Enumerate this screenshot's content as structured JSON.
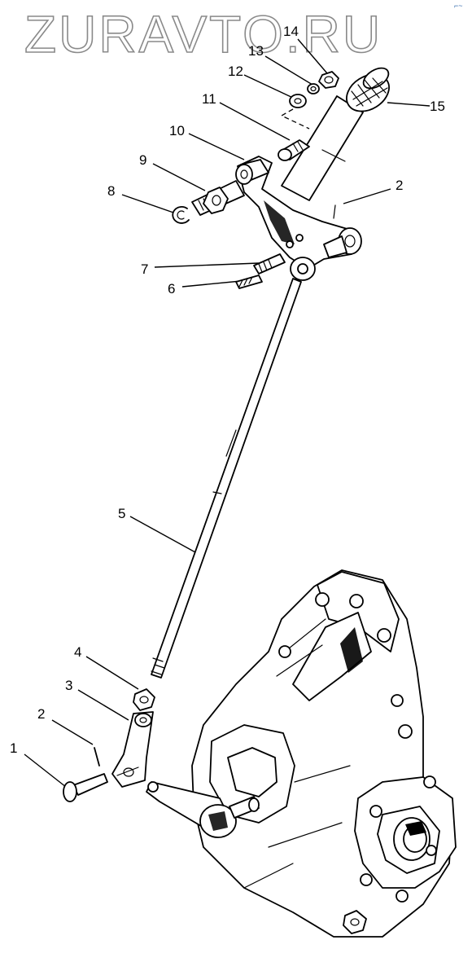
{
  "watermark": "ZURAVTO.RU",
  "corner_mark": "⌐~",
  "callouts": [
    {
      "id": "c1",
      "text": "1"
    },
    {
      "id": "c2a",
      "text": "2"
    },
    {
      "id": "c2b",
      "text": "2"
    },
    {
      "id": "c3",
      "text": "3"
    },
    {
      "id": "c4",
      "text": "4"
    },
    {
      "id": "c5",
      "text": "5"
    },
    {
      "id": "c6",
      "text": "6"
    },
    {
      "id": "c7",
      "text": "7"
    },
    {
      "id": "c8",
      "text": "8"
    },
    {
      "id": "c9",
      "text": "9"
    },
    {
      "id": "c10",
      "text": "10"
    },
    {
      "id": "c11",
      "text": "11"
    },
    {
      "id": "c12",
      "text": "12"
    },
    {
      "id": "c13",
      "text": "13"
    },
    {
      "id": "c14",
      "text": "14"
    },
    {
      "id": "c15",
      "text": "15"
    }
  ]
}
